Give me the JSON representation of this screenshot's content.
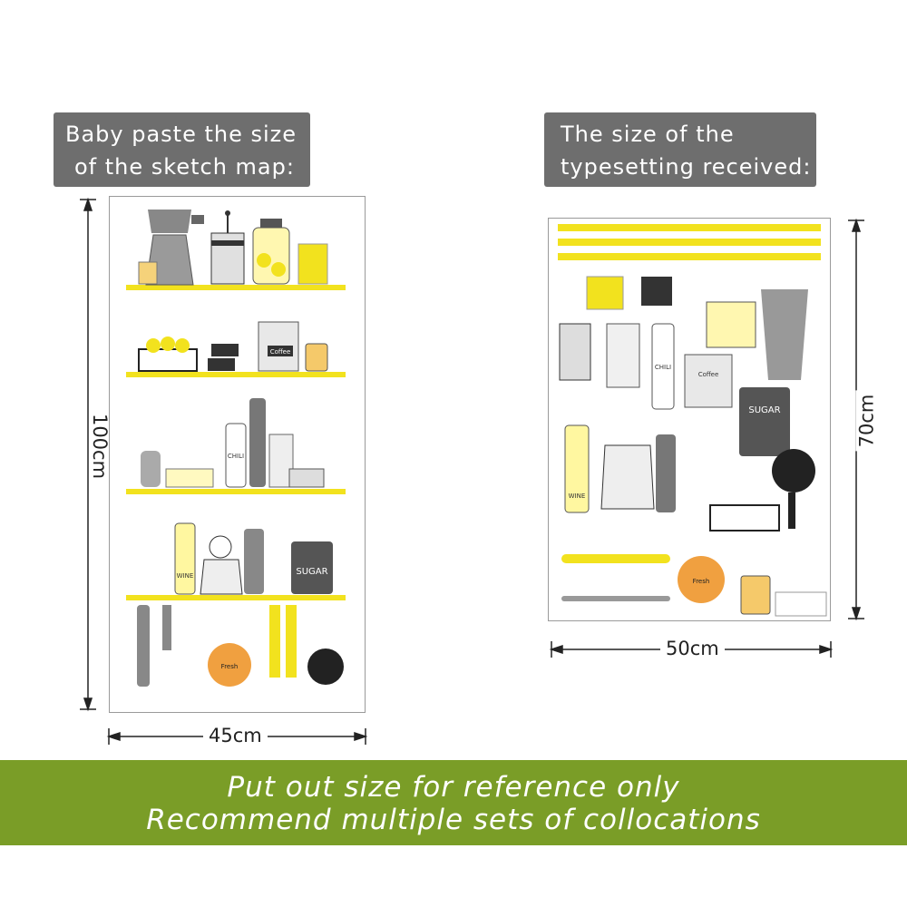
{
  "left_label": {
    "line1": "Baby paste the size",
    "line2": "of the sketch map:"
  },
  "right_label": {
    "line1": "The size of the",
    "line2": "typesetting received:"
  },
  "left_dims": {
    "height": "100cm",
    "width": "45cm"
  },
  "right_dims": {
    "height": "70cm",
    "width": "50cm"
  },
  "sticker_text": {
    "coffee": "Coffee",
    "chili": "CHILI",
    "wine": "WINE",
    "sugar": "SUGAR",
    "fresh": "Fresh"
  },
  "banner": {
    "line1": "Put out size for reference only",
    "line2": "Recommend multiple sets of collocations"
  },
  "colors": {
    "accent_yellow": "#f2e21e",
    "label_gray": "#6e6e6e",
    "banner_green": "#7a9d27"
  }
}
